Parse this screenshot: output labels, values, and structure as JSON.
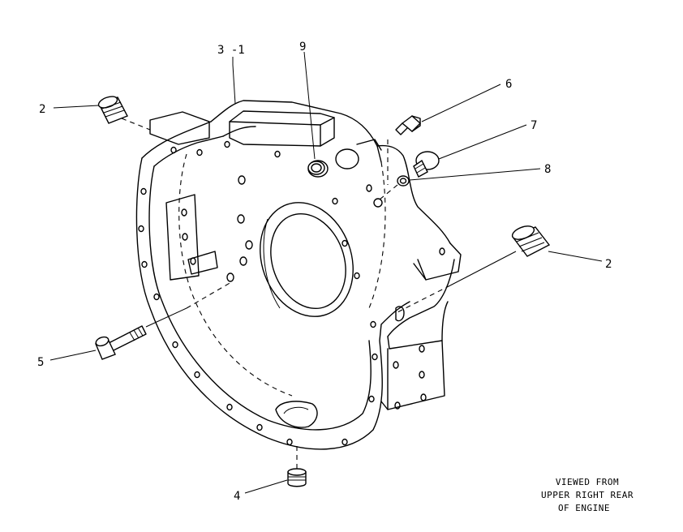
{
  "callouts": {
    "c3_1": "3 -1",
    "c9": "9",
    "c6": "6",
    "c7": "7",
    "c8": "8",
    "c2_left": "2",
    "c2_right": "2",
    "c5": "5",
    "c4": "4"
  },
  "caption": {
    "line1": "VIEWED FROM",
    "line2": "UPPER RIGHT REAR",
    "line3": "OF ENGINE"
  }
}
